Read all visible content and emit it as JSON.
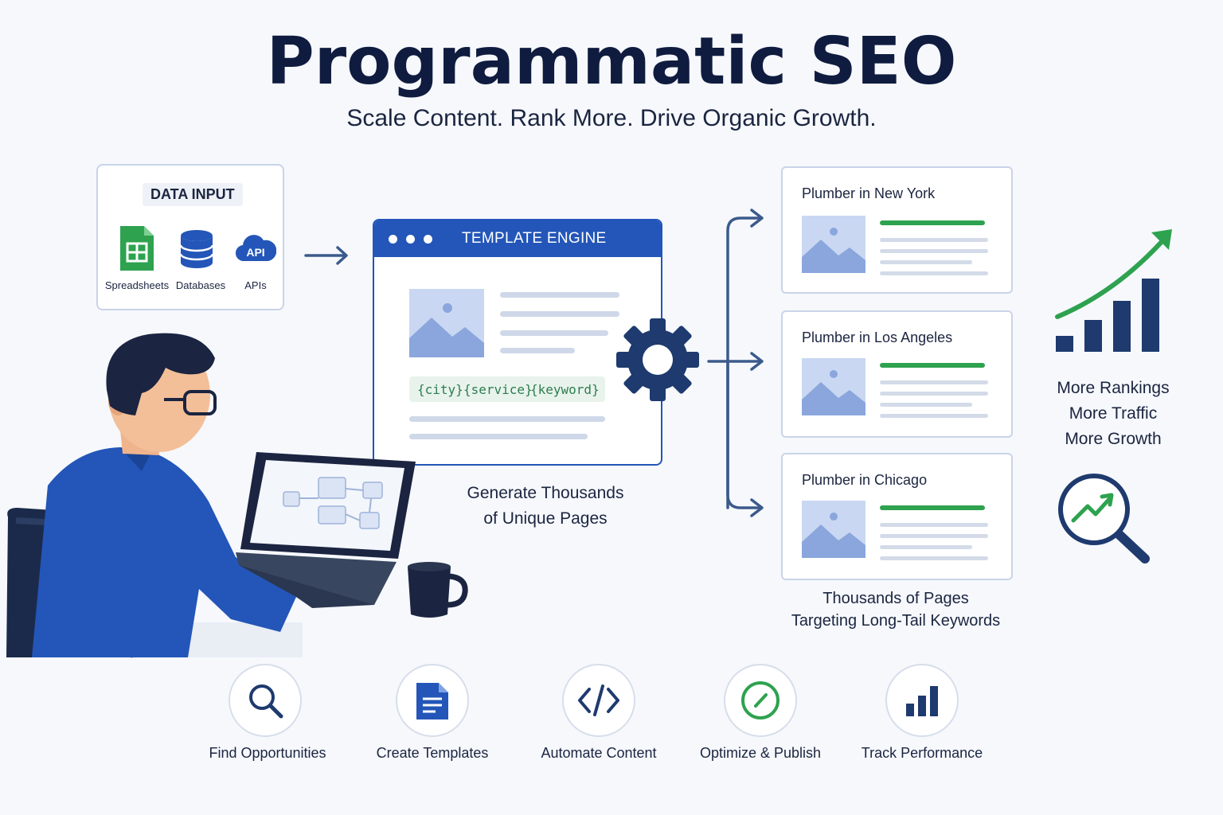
{
  "header": {
    "title": "Programmatic SEO",
    "subtitle": "Scale Content. Rank More. Drive Organic Growth."
  },
  "data_input": {
    "label": "DATA INPUT",
    "sources": [
      {
        "label": "Spreadsheets",
        "icon": "spreadsheet-icon"
      },
      {
        "label": "Databases",
        "icon": "database-icon"
      },
      {
        "label": "APIs",
        "icon": "api-cloud-icon",
        "badge": "API"
      }
    ]
  },
  "template_engine": {
    "title": "TEMPLATE ENGINE",
    "tokens": [
      "{city}",
      "{service}",
      "{keyword}"
    ]
  },
  "center_caption": {
    "line1": "Generate Thousands",
    "line2": "of Unique Pages"
  },
  "pages": [
    {
      "title": "Plumber in New York"
    },
    {
      "title": "Plumber in Los Angeles"
    },
    {
      "title": "Plumber in Chicago"
    }
  ],
  "pages_caption": {
    "line1": "Thousands of Pages",
    "line2": "Targeting Long-Tail Keywords"
  },
  "growth": {
    "lines": [
      "More Rankings",
      "More Traffic",
      "More Growth"
    ]
  },
  "steps": [
    {
      "label": "Find Opportunities",
      "icon": "search-icon"
    },
    {
      "label": "Create Templates",
      "icon": "document-icon"
    },
    {
      "label": "Automate Content",
      "icon": "code-icon"
    },
    {
      "label": "Optimize & Publish",
      "icon": "check-circle-icon"
    },
    {
      "label": "Track Performance",
      "icon": "bar-chart-icon"
    }
  ],
  "colors": {
    "navy": "#1e3a6e",
    "blue": "#2356b8",
    "green": "#2ea24f",
    "light_blue": "#a9bde6"
  }
}
